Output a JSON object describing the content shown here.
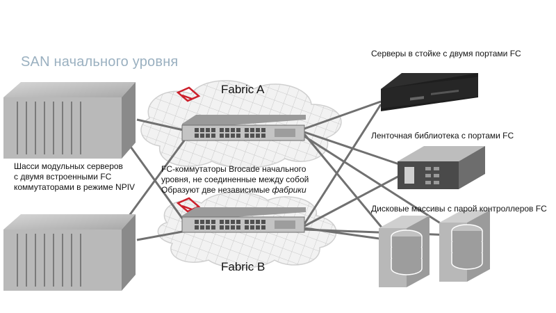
{
  "title": "SAN начального уровня",
  "fabrics": {
    "a": "Fabric A",
    "b": "Fabric B"
  },
  "labels": {
    "blade_chassis": [
      "Шасси модульных серверов",
      "с двумя встроенными FC",
      "коммутаторами в режиме NPIV"
    ],
    "switches": [
      "FC-коммутаторы Brocade начального",
      "уровня, не соединенные между собой",
      "Образуют две независимые"
    ],
    "switches_emphasis": "фабрики",
    "rack_servers": "Серверы в стойке  с двумя портами FC",
    "tape_library": "Ленточная библиотека  с портами FC",
    "disk_arrays": "Дисковые массивы с парой контроллеров FC"
  },
  "icons": {
    "switch_logo": "brocade-logo-icon",
    "server": "rack-server-icon",
    "tape": "tape-library-icon",
    "disk": "disk-array-icon",
    "chassis": "blade-chassis-icon",
    "cloud": "fabric-cloud-icon"
  },
  "colors": {
    "title": "#9ab0c0",
    "link": "#707070",
    "logo": "#cc1f2b",
    "cloud_fill": "#f2f2f2",
    "cloud_grid": "#c8c8c8"
  }
}
